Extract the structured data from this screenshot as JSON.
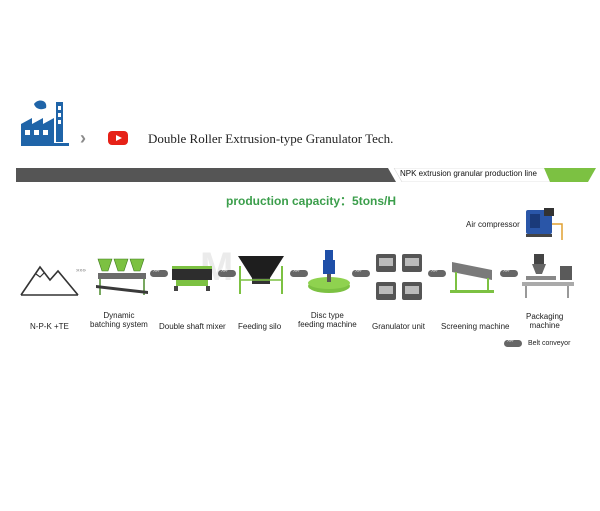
{
  "header": {
    "title": "Double Roller Extrusion-type Granulator Tech.",
    "line_name": "NPK extrusion granular production line"
  },
  "capacity": "production capacity：5tons/H",
  "stages": {
    "npk": "N-P-K +TE",
    "batching": "Dynamic\nbatching system",
    "mixer": "Double shaft  mixer",
    "silo": "Feeding silo",
    "disc": "Disc type\nfeeding machine",
    "granulator": "Granulator unit",
    "screening": "Screening machine",
    "packaging": "Packaging\nmachine",
    "air": "Air compressor",
    "belt": "Belt conveyor"
  },
  "colors": {
    "accent_green": "#7cc142",
    "banner_gray": "#555555",
    "factory_blue": "#1f64a8",
    "youtube_red": "#e62117"
  },
  "icons": [
    "factory-icon",
    "chevron-right-icon",
    "youtube-icon"
  ]
}
